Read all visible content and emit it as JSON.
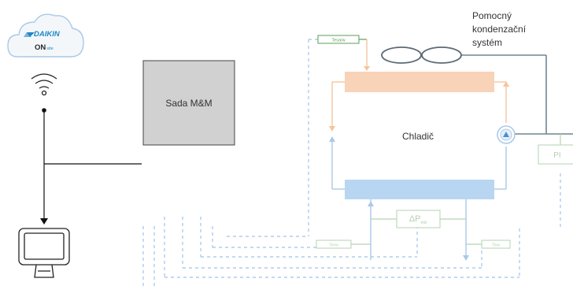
{
  "cloud": {
    "brand": "DAIKIN",
    "service": "ON",
    "service_suffix": "site"
  },
  "kit": {
    "label": "Sada M&M"
  },
  "chiller": {
    "label": "Chladič"
  },
  "aux_system": {
    "line1": "Pomocný",
    "line2": "kondenzační",
    "line3": "systém"
  },
  "sensors": {
    "tesa": "Tesa/w",
    "pi": "PI",
    "dp_main": "ΔP",
    "dp_sub": "ew",
    "tenw": "Tenw",
    "tlvw": "Tlvw"
  },
  "colors": {
    "condenser_fill": "#f8d3b8",
    "evaporator_fill": "#b8d6f2",
    "hot_line": "#f6c49c",
    "cold_line": "#a9c9e8",
    "dashed_line": "#9cc4ec",
    "sensor_green": "#5e9c5a",
    "sensor_green_light": "#b3d3b0",
    "aux_line": "#6f8591",
    "kit_fill": "#d1d1d1",
    "daikin_blue": "#1f86c8"
  },
  "icons": [
    "cloud-icon",
    "wifi-icon",
    "monitor-icon",
    "fan-icon",
    "pump-icon"
  ]
}
